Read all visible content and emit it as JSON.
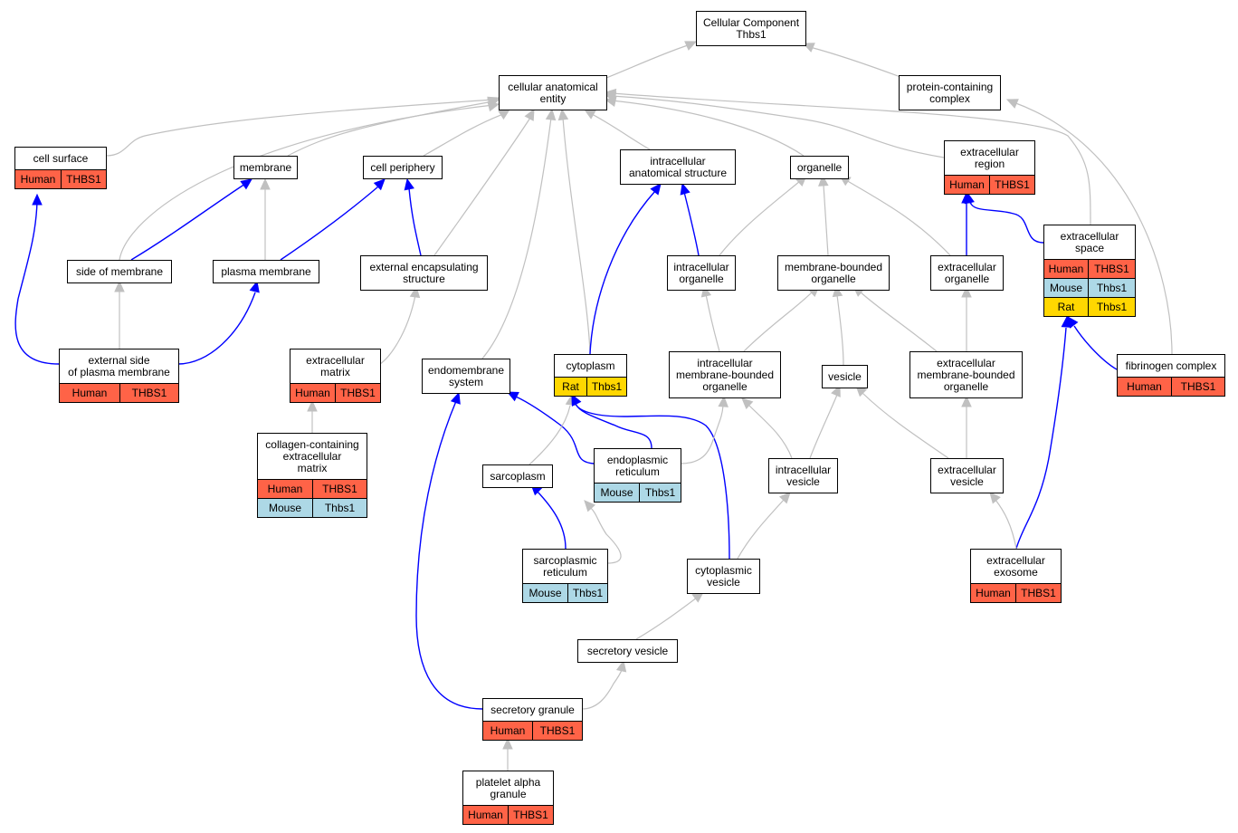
{
  "colors": {
    "human": "#ff6347",
    "mouse": "#add8e6",
    "rat": "#ffd700",
    "edge_default": "#c0c0c0",
    "edge_highlight": "#0000ff"
  },
  "nodes": [
    {
      "id": "root",
      "lines": [
        "Cellular Component",
        "Thbs1"
      ],
      "annotations": []
    },
    {
      "id": "cae",
      "lines": [
        "cellular anatomical",
        "entity"
      ],
      "annotations": []
    },
    {
      "id": "pcc",
      "lines": [
        "protein-containing",
        "complex"
      ],
      "annotations": []
    },
    {
      "id": "cellsurface",
      "lines": [
        "cell surface"
      ],
      "annotations": [
        [
          "Human",
          "THBS1"
        ]
      ]
    },
    {
      "id": "membrane",
      "lines": [
        "membrane"
      ],
      "annotations": []
    },
    {
      "id": "cellperiphery",
      "lines": [
        "cell periphery"
      ],
      "annotations": []
    },
    {
      "id": "ias",
      "lines": [
        "intracellular",
        "anatomical structure"
      ],
      "annotations": []
    },
    {
      "id": "organelle",
      "lines": [
        "organelle"
      ],
      "annotations": []
    },
    {
      "id": "ecregion",
      "lines": [
        "extracellular",
        "region"
      ],
      "annotations": [
        [
          "Human",
          "THBS1"
        ]
      ]
    },
    {
      "id": "ecspace",
      "lines": [
        "extracellular",
        "space"
      ],
      "annotations": [
        [
          "Human",
          "THBS1"
        ],
        [
          "Mouse",
          "Thbs1"
        ],
        [
          "Rat",
          "Thbs1"
        ]
      ]
    },
    {
      "id": "sideofmem",
      "lines": [
        "side of membrane"
      ],
      "annotations": []
    },
    {
      "id": "plasmamem",
      "lines": [
        "plasma membrane"
      ],
      "annotations": []
    },
    {
      "id": "extencap",
      "lines": [
        "external encapsulating",
        "structure"
      ],
      "annotations": []
    },
    {
      "id": "icorganelle",
      "lines": [
        "intracellular",
        "organelle"
      ],
      "annotations": []
    },
    {
      "id": "mborganelle",
      "lines": [
        "membrane-bounded",
        "organelle"
      ],
      "annotations": []
    },
    {
      "id": "ecorganelle",
      "lines": [
        "extracellular",
        "organelle"
      ],
      "annotations": []
    },
    {
      "id": "extside",
      "lines": [
        "external side",
        "of plasma membrane"
      ],
      "annotations": [
        [
          "Human",
          "THBS1"
        ]
      ]
    },
    {
      "id": "ecm",
      "lines": [
        "extracellular",
        "matrix"
      ],
      "annotations": [
        [
          "Human",
          "THBS1"
        ]
      ]
    },
    {
      "id": "endomem",
      "lines": [
        "endomembrane",
        "system"
      ],
      "annotations": []
    },
    {
      "id": "cytoplasm",
      "lines": [
        "cytoplasm"
      ],
      "annotations": [
        [
          "Rat",
          "Thbs1"
        ]
      ]
    },
    {
      "id": "icmbo",
      "lines": [
        "intracellular",
        "membrane-bounded",
        "organelle"
      ],
      "annotations": []
    },
    {
      "id": "vesicle",
      "lines": [
        "vesicle"
      ],
      "annotations": []
    },
    {
      "id": "ecmbo",
      "lines": [
        "extracellular",
        "membrane-bounded",
        "organelle"
      ],
      "annotations": []
    },
    {
      "id": "fibcomplex",
      "lines": [
        "fibrinogen complex"
      ],
      "annotations": [
        [
          "Human",
          "THBS1"
        ]
      ]
    },
    {
      "id": "collagenecm",
      "lines": [
        "collagen-containing",
        "extracellular",
        "matrix"
      ],
      "annotations": [
        [
          "Human",
          "THBS1"
        ],
        [
          "Mouse",
          "Thbs1"
        ]
      ]
    },
    {
      "id": "sarcoplasm",
      "lines": [
        "sarcoplasm"
      ],
      "annotations": []
    },
    {
      "id": "er",
      "lines": [
        "endoplasmic",
        "reticulum"
      ],
      "annotations": [
        [
          "Mouse",
          "Thbs1"
        ]
      ]
    },
    {
      "id": "icvesicle",
      "lines": [
        "intracellular",
        "vesicle"
      ],
      "annotations": []
    },
    {
      "id": "ecvesicle",
      "lines": [
        "extracellular",
        "vesicle"
      ],
      "annotations": []
    },
    {
      "id": "sr",
      "lines": [
        "sarcoplasmic",
        "reticulum"
      ],
      "annotations": [
        [
          "Mouse",
          "Thbs1"
        ]
      ]
    },
    {
      "id": "cytovesicle",
      "lines": [
        "cytoplasmic",
        "vesicle"
      ],
      "annotations": []
    },
    {
      "id": "ecexosome",
      "lines": [
        "extracellular",
        "exosome"
      ],
      "annotations": [
        [
          "Human",
          "THBS1"
        ]
      ]
    },
    {
      "id": "secvesicle",
      "lines": [
        "secretory vesicle"
      ],
      "annotations": []
    },
    {
      "id": "secgranule",
      "lines": [
        "secretory granule"
      ],
      "annotations": [
        [
          "Human",
          "THBS1"
        ]
      ]
    },
    {
      "id": "platelet",
      "lines": [
        "platelet alpha",
        "granule"
      ],
      "annotations": [
        [
          "Human",
          "THBS1"
        ]
      ]
    }
  ],
  "edges": [
    {
      "from": "cae",
      "to": "root",
      "highlight": false
    },
    {
      "from": "pcc",
      "to": "root",
      "highlight": false
    },
    {
      "from": "cellsurface",
      "to": "cae",
      "highlight": false
    },
    {
      "from": "membrane",
      "to": "cae",
      "highlight": false
    },
    {
      "from": "cellperiphery",
      "to": "cae",
      "highlight": false
    },
    {
      "from": "ias",
      "to": "cae",
      "highlight": false
    },
    {
      "from": "organelle",
      "to": "cae",
      "highlight": false
    },
    {
      "from": "ecregion",
      "to": "cae",
      "highlight": false
    },
    {
      "from": "ecspace",
      "to": "cae",
      "highlight": false
    },
    {
      "from": "sideofmem",
      "to": "cae",
      "highlight": false
    },
    {
      "from": "extencap",
      "to": "cae",
      "highlight": false
    },
    {
      "from": "endomem",
      "to": "cae",
      "highlight": false
    },
    {
      "from": "cytoplasm",
      "to": "cae",
      "highlight": false
    },
    {
      "from": "fibcomplex",
      "to": "pcc",
      "highlight": false
    },
    {
      "from": "extside",
      "to": "cellsurface",
      "highlight": true
    },
    {
      "from": "sideofmem",
      "to": "membrane",
      "highlight": true
    },
    {
      "from": "plasmamem",
      "to": "membrane",
      "highlight": false
    },
    {
      "from": "plasmamem",
      "to": "cellperiphery",
      "highlight": true
    },
    {
      "from": "extencap",
      "to": "cellperiphery",
      "highlight": true
    },
    {
      "from": "extside",
      "to": "sideofmem",
      "highlight": false
    },
    {
      "from": "extside",
      "to": "plasmamem",
      "highlight": true
    },
    {
      "from": "ecm",
      "to": "extencap",
      "highlight": false
    },
    {
      "from": "collagenecm",
      "to": "ecm",
      "highlight": false
    },
    {
      "from": "cytoplasm",
      "to": "ias",
      "highlight": true
    },
    {
      "from": "icorganelle",
      "to": "ias",
      "highlight": true
    },
    {
      "from": "icorganelle",
      "to": "organelle",
      "highlight": false
    },
    {
      "from": "mborganelle",
      "to": "organelle",
      "highlight": false
    },
    {
      "from": "ecorganelle",
      "to": "organelle",
      "highlight": false
    },
    {
      "from": "ecorganelle",
      "to": "ecregion",
      "highlight": true
    },
    {
      "from": "ecspace",
      "to": "ecregion",
      "highlight": true
    },
    {
      "from": "fibcomplex",
      "to": "ecspace",
      "highlight": true
    },
    {
      "from": "ecexosome",
      "to": "ecspace",
      "highlight": true
    },
    {
      "from": "icmbo",
      "to": "icorganelle",
      "highlight": false
    },
    {
      "from": "icmbo",
      "to": "mborganelle",
      "highlight": false
    },
    {
      "from": "vesicle",
      "to": "mborganelle",
      "highlight": false
    },
    {
      "from": "ecmbo",
      "to": "mborganelle",
      "highlight": false
    },
    {
      "from": "ecmbo",
      "to": "ecorganelle",
      "highlight": false
    },
    {
      "from": "er",
      "to": "endomem",
      "highlight": true
    },
    {
      "from": "secgranule",
      "to": "endomem",
      "highlight": true
    },
    {
      "from": "sarcoplasm",
      "to": "cytoplasm",
      "highlight": false
    },
    {
      "from": "er",
      "to": "cytoplasm",
      "highlight": true
    },
    {
      "from": "cytovesicle",
      "to": "cytoplasm",
      "highlight": true
    },
    {
      "from": "er",
      "to": "icmbo",
      "highlight": false
    },
    {
      "from": "icvesicle",
      "to": "icmbo",
      "highlight": false
    },
    {
      "from": "icvesicle",
      "to": "vesicle",
      "highlight": false
    },
    {
      "from": "ecvesicle",
      "to": "vesicle",
      "highlight": false
    },
    {
      "from": "ecvesicle",
      "to": "ecmbo",
      "highlight": false
    },
    {
      "from": "sr",
      "to": "sarcoplasm",
      "highlight": true
    },
    {
      "from": "sr",
      "to": "er",
      "highlight": false
    },
    {
      "from": "cytovesicle",
      "to": "icvesicle",
      "highlight": false
    },
    {
      "from": "ecexosome",
      "to": "ecvesicle",
      "highlight": false
    },
    {
      "from": "secvesicle",
      "to": "cytovesicle",
      "highlight": false
    },
    {
      "from": "secgranule",
      "to": "secvesicle",
      "highlight": false
    },
    {
      "from": "platelet",
      "to": "secgranule",
      "highlight": false
    }
  ]
}
